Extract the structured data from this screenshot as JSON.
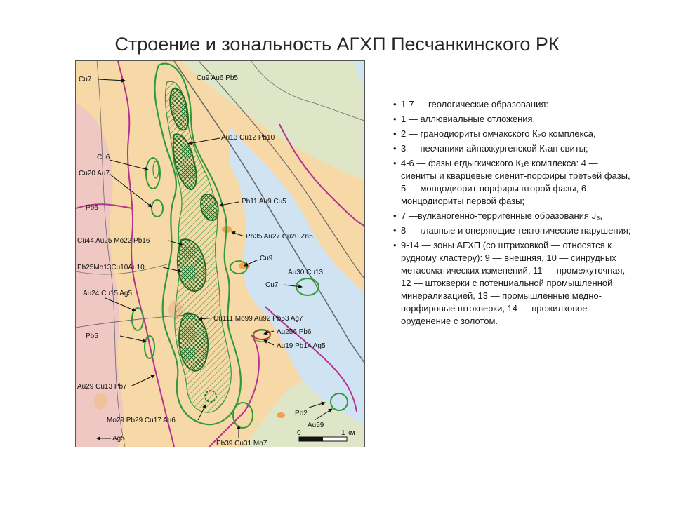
{
  "title": "Строение и зональность АГХП Песчанкинского РК",
  "map_labels": {
    "cu7_top": "Cu7",
    "cu9_au6_pb5": "Cu9 Au6 Pb5",
    "au13_cu12_pb10": "Au13 Cu12 Pb10",
    "cu6": "Cu6",
    "cu20_au7": "Cu20 Au7",
    "pb6": "Pb6",
    "pb11_au9_cu5": "Pb11 Au9 Cu5",
    "pb35_au27_cu20_zn5": "Pb35 Au27 Cu20 Zn5",
    "cu44_au25_mo22_pb16": "Cu44 Au25 Mo22 Pb16",
    "cu9": "Cu9",
    "pb25mo13cu10au10": "Pb25Mo13Cu10Au10",
    "au30_cu13": "Au30 Cu13",
    "cu7_mid": "Cu7",
    "au24_cu15_ag5": "Au24 Cu15 Ag5",
    "cu111_mo99_au92_pb53_ag7": "Cu111 Mo99 Au92 Pb53 Ag7",
    "pb5": "Pb5",
    "au256_pb6": "Au256 Pb6",
    "au19_pb14_ag5": "Au19 Pb14 Ag5",
    "au29_cu13_pb7": "Au29 Cu13 Pb7",
    "pb2": "Pb2",
    "mo29_pb29_cu17_au6": "Mo29 Pb29 Cu17 Au6",
    "au59": "Au59",
    "ag5": "Ag5",
    "pb39_cu31_mo7": "Pb39 Cu31 Mo7",
    "scale_zero": "0",
    "scale_one": "1 км"
  },
  "legend": {
    "items": [
      "1-7 — геологические образования:",
      "1 — аллювиальные отложения,",
      "2 — гранодиориты омчакского К₂о комплекса,",
      "3 — песчаники айнахкургенской К₁ап свиты;",
      "4-6 — фазы егдыгкичского К₁е комплекса: 4 — сиениты и кварцевые сиенит-порфиры третьей фазы, 5 — монцодиорит-порфиры второй фазы, 6 — монцодиориты первой фазы;",
      "7 —вулканогенно-терригенные образования J₃,",
      "8 — главные и оперяющие тектонические нарушения;",
      "9-14 — зоны АГХП (со штриховкой — относятся к рудному кластеру): 9 — внешняя, 10 — синрудных метасоматических изменений, 11 — промежуточная, 12 — штокверки с потенциальной промышленной минерализацией, 13 — промышленные медно-порфировые штокверки, 14 — прожилковое оруденение с золотом."
    ]
  },
  "colors": {
    "sandstone": "#f6d9a6",
    "granodiorite": "#efc8c4",
    "syenite": "#eec39a",
    "volcanic": "#dfe6c8",
    "alluvium": "#cfe3f3",
    "magenta": "#b5338f",
    "fault": "#6b6b6b",
    "zone_green": "#2f9a3a",
    "zone_dark": "#1e6b2a",
    "anomaly_red": "#c0392b",
    "orange": "#f2a24a"
  }
}
